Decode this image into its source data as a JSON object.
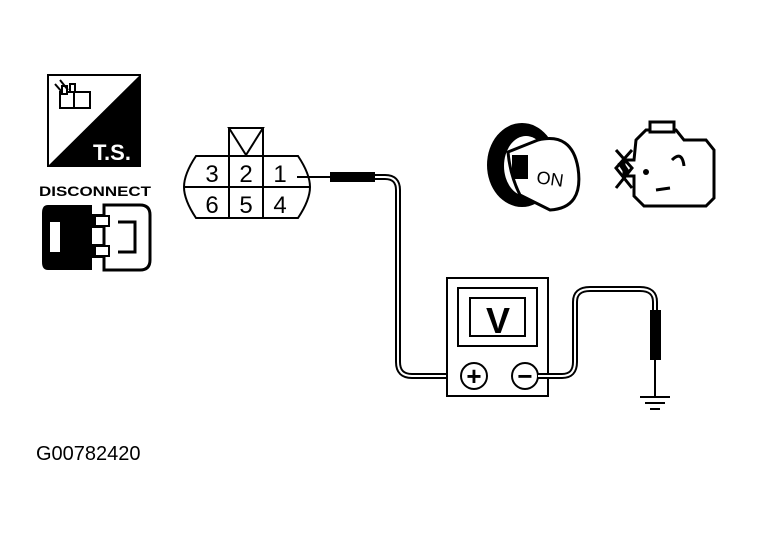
{
  "badges": {
    "ts_label": "T.S.",
    "disconnect_label": "DISCONNECT"
  },
  "connector": {
    "pins_top": [
      "3",
      "2",
      "1"
    ],
    "pins_bottom": [
      "6",
      "5",
      "4"
    ]
  },
  "ignition": {
    "key_label": "ON"
  },
  "meter": {
    "display": "V",
    "positive_symbol": "+",
    "negative_symbol": "−"
  },
  "figure_id": "G00782420",
  "colors": {
    "ink": "#000000",
    "paper": "#ffffff"
  }
}
